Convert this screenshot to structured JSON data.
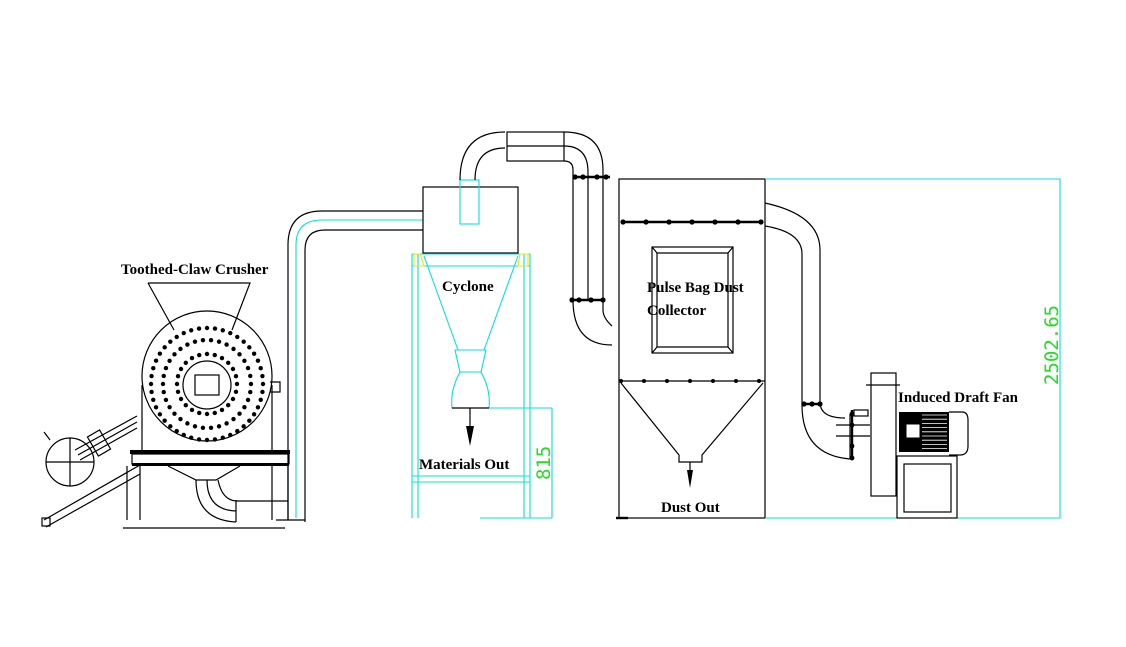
{
  "labels": {
    "crusher": "Toothed-Claw Crusher",
    "cyclone": "Cyclone",
    "materials_out": "Materials Out",
    "collector_line1": "Pulse Bag Dust",
    "collector_line2": "Collector",
    "dust_out": "Dust Out",
    "fan": "Induced Draft Fan"
  },
  "dimensions": {
    "cyclone_outlet_height": "815",
    "overall_height": "2502.65"
  },
  "colors": {
    "line": "#000000",
    "construction": "#00e0e8",
    "dimension_text": "#22dd22",
    "highlight": "#e8e800"
  }
}
